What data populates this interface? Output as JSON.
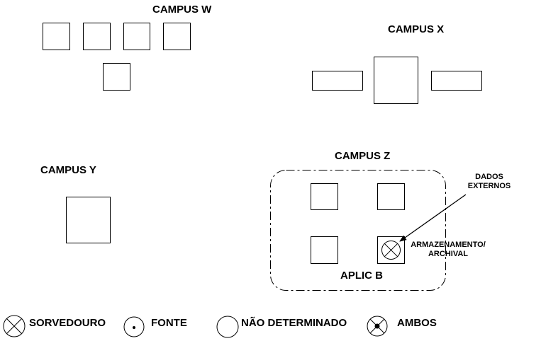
{
  "campuses": {
    "w": {
      "label": "CAMPUS W"
    },
    "x": {
      "label": "CAMPUS X"
    },
    "y": {
      "label": "CAMPUS Y"
    },
    "z": {
      "label": "CAMPUS Z",
      "app_label": "APLIC B"
    }
  },
  "annotations": {
    "external_data": [
      "DADOS",
      "EXTERNOS"
    ],
    "storage": [
      "ARMAZENAMENTO/",
      "ARCHIVAL"
    ]
  },
  "legend": {
    "sink": "SORVEDOURO",
    "source": "FONTE",
    "undetermined": "NÃO DETERMINADO",
    "both": "AMBOS"
  },
  "colors": {
    "stroke": "#000000",
    "background": "#ffffff"
  }
}
